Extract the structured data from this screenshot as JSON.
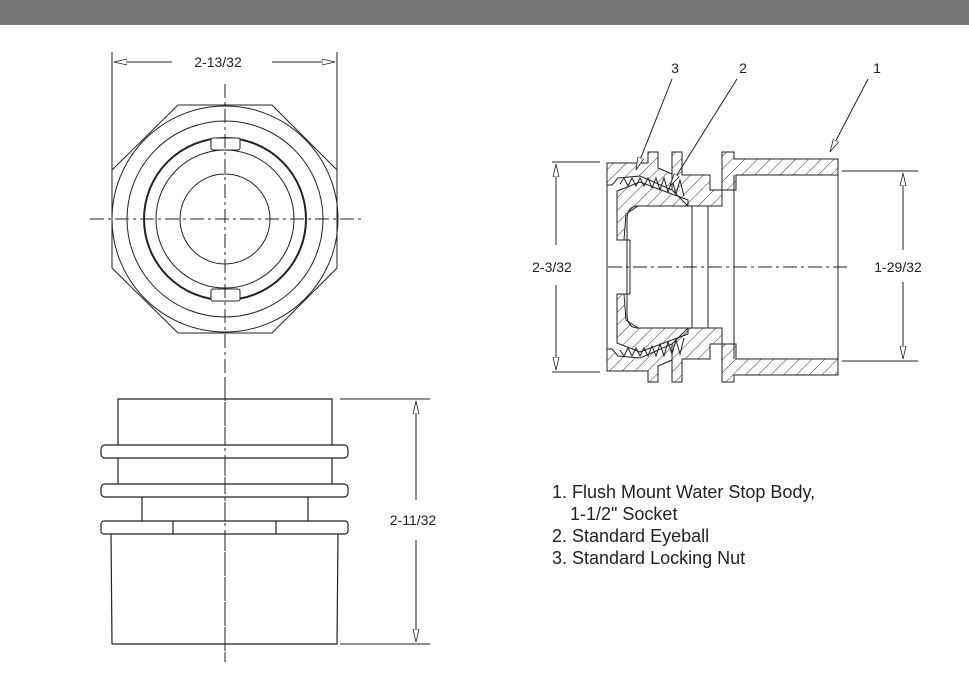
{
  "header": {
    "color": "#787878"
  },
  "top_view": {
    "width_dimension": "2-13/32"
  },
  "side_view": {
    "height_dimension": "2-11/32"
  },
  "section_view": {
    "outer_dimension": "2-3/32",
    "socket_dimension": "1-29/32",
    "callouts": [
      "1",
      "2",
      "3"
    ]
  },
  "legend": {
    "items": [
      {
        "line1": "1. Flush Mount Water Stop Body,",
        "line2": "1-1/2\" Socket"
      },
      {
        "line1": "2. Standard Eyeball"
      },
      {
        "line1": "3. Standard Locking Nut"
      }
    ]
  },
  "colors": {
    "line": "#222222",
    "background": "#ffffff"
  }
}
